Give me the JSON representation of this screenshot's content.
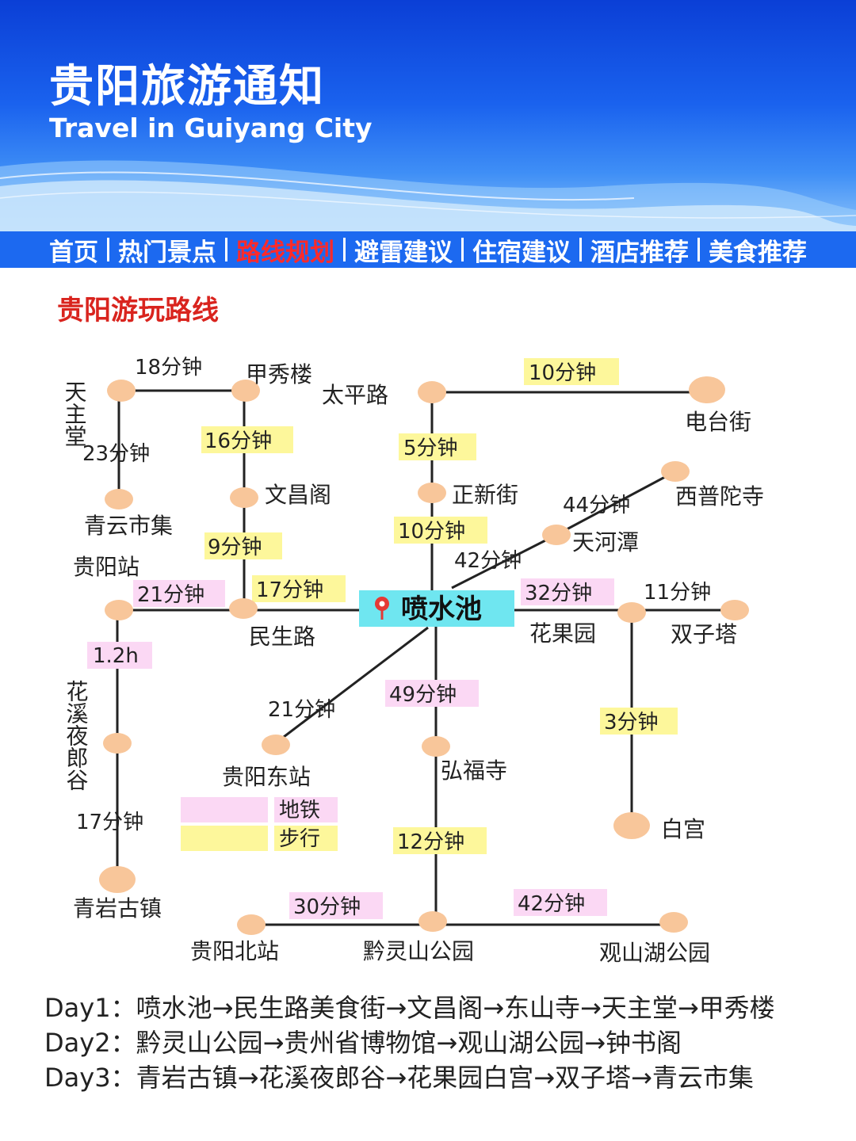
{
  "colors": {
    "accent_blue": "#1c69f0",
    "title_red": "#d9241e",
    "active_nav": "#ff2a2a",
    "station": "#f8c69a",
    "metro_bg": "#fbd8f4",
    "walk_bg": "#fdf79b",
    "center_bg": "#6fe6f0"
  },
  "banner": {
    "title": "贵阳旅游通知",
    "subtitle": "Travel in  Guiyang City"
  },
  "nav": {
    "items": [
      {
        "label": "首页"
      },
      {
        "label": "热门景点"
      },
      {
        "label": "路线规划",
        "active": true
      },
      {
        "label": "避雷建议"
      },
      {
        "label": "住宿建议"
      },
      {
        "label": "酒店推荐"
      },
      {
        "label": "美食推荐"
      }
    ]
  },
  "section_title": "贵阳游玩路线",
  "map": {
    "center": "喷水池",
    "center_icon": "map-pin-icon",
    "stations": {
      "tianzhutang": "天主堂",
      "jiaxiulou": "甲秀楼",
      "taipinglu": "太平路",
      "diantaijie": "电台街",
      "qingyunshiji": "青云市集",
      "wenchangge": "文昌阁",
      "zhengxinjie": "正新街",
      "xiputuosi": "西普陀寺",
      "tianhetan": "天河潭",
      "guiyangzhan": "贵阳站",
      "minshenglu": "民生路",
      "huaguoyuan": "花果园",
      "shuangzita": "双子塔",
      "huaxiyelanggu": "花溪夜郎谷",
      "guiyangdongzhan": "贵阳东站",
      "hongfusi": "弘福寺",
      "baigong": "白宫",
      "qingyanguzhen": "青岩古镇",
      "guiyangbeizhan": "贵阳北站",
      "qianlingshangongyuan": "黔灵山公园",
      "guanshanhugongyuan": "观山湖公园"
    },
    "times": {
      "t_tzt_jxl": "18分钟",
      "t_tpl_dtj": "10分钟",
      "t_tzt_qysj": "23分钟",
      "t_jxl_wcg": "16分钟",
      "t_tpl_zxj": "5分钟",
      "t_xpts": "44分钟",
      "t_wcg_msl": "9分钟",
      "t_zxj_psc": "10分钟",
      "t_tht": "42分钟",
      "t_gyz_msl": "21分钟",
      "t_msl_psc": "17分钟",
      "t_psc_hgy": "32分钟",
      "t_hgy_szt": "11分钟",
      "t_gyz_hx": "1.2h",
      "t_hx_qy": "17分钟",
      "t_gydz": "21分钟",
      "t_hfs": "49分钟",
      "t_bg": "3分钟",
      "t_qls": "12分钟",
      "t_bz": "30分钟",
      "t_gsh": "42分钟"
    },
    "legend": {
      "metro": "地铁",
      "walk": "步行"
    }
  },
  "itinerary": [
    {
      "day": "Day1：",
      "route": "喷水池→民生路美食街→文昌阁→东山寺→天主堂→甲秀楼"
    },
    {
      "day": "Day2：",
      "route": "黔灵山公园→贵州省博物馆→观山湖公园→钟书阁"
    },
    {
      "day": "Day3：",
      "route": "青岩古镇→花溪夜郎谷→花果园白宫→双子塔→青云市集"
    }
  ]
}
